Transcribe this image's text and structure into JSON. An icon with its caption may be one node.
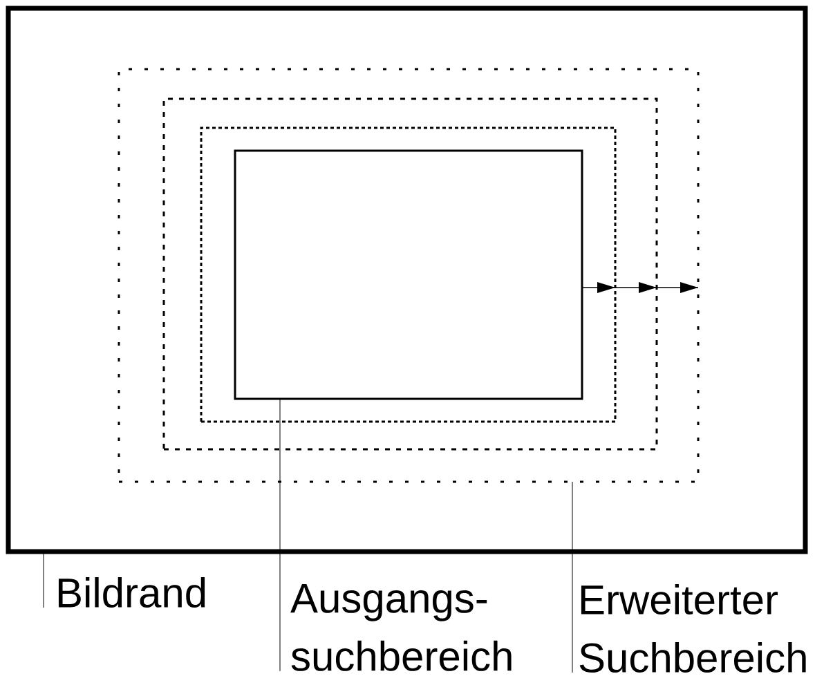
{
  "diagram": {
    "nodes": [
      {
        "text": [],
        "shape": "box"
      },
      {
        "text": [],
        "shape": "box",
        "in": 0
      },
      {
        "text": [],
        "shape": "box",
        "in": 1
      },
      {
        "text": [],
        "shape": "box",
        "in": 2
      },
      {
        "text": [],
        "shape": "box",
        "in": 3
      },
      {
        "text": [
          "Bildrand"
        ]
      },
      {
        "text": [
          "Ausgangs- suchbereich"
        ]
      },
      {
        "text": [
          "Erweiterter Suchbereich"
        ]
      }
    ],
    "edges": [
      {
        "from": 4,
        "to": 3,
        "arrow": "to"
      },
      {
        "from": 3,
        "to": 2,
        "arrow": "to"
      },
      {
        "from": 2,
        "to": 1,
        "arrow": "to"
      },
      {
        "from": 5,
        "to": 0,
        "arrow": "none"
      },
      {
        "from": 6,
        "to": 4,
        "arrow": "none"
      },
      {
        "from": 7,
        "to": 1,
        "arrow": "none"
      }
    ]
  }
}
